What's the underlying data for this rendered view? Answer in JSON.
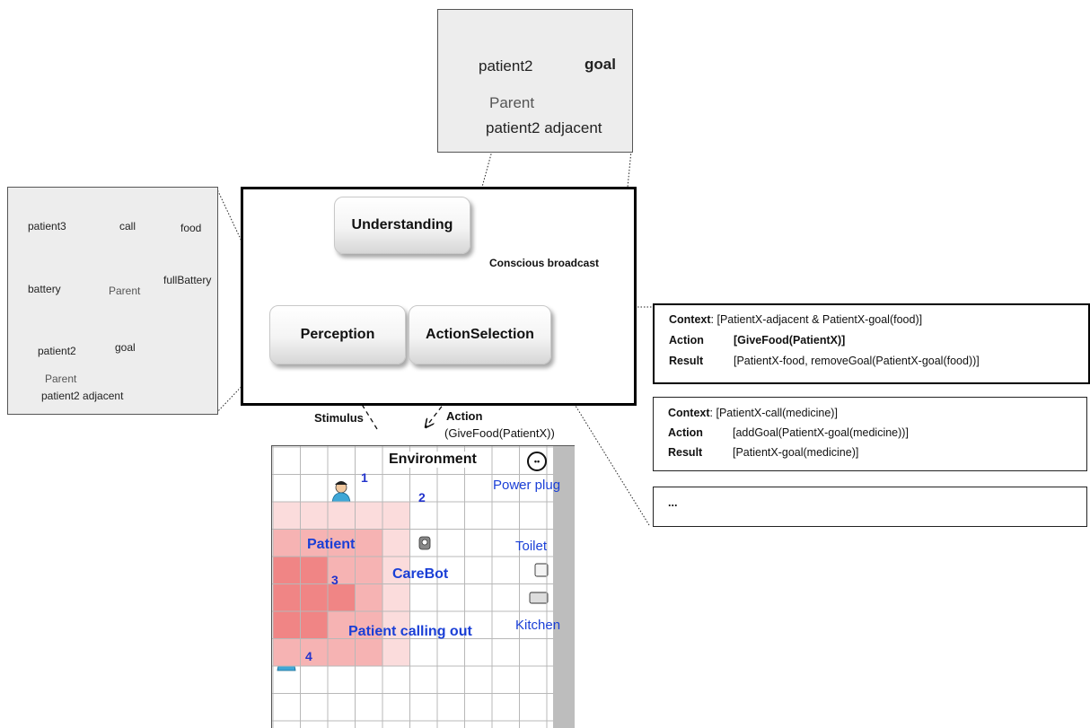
{
  "modules": {
    "understanding": "Understanding",
    "perception": "Perception",
    "action_selection": "ActionSelection"
  },
  "connectors": {
    "conscious_broadcast": "Conscious broadcast",
    "stimulus": "Stimulus",
    "action": "Action",
    "action_detail": "(GiveFood(PatientX))"
  },
  "top_panel": {
    "patient2": "patient2",
    "goal": "goal",
    "parent": "Parent",
    "patient2_adjacent": "patient2 adjacent"
  },
  "left_panel": {
    "patient3": "patient3",
    "call": "call",
    "food": "food",
    "battery": "battery",
    "parent_1": "Parent",
    "full_battery": "fullBattery",
    "patient2": "patient2",
    "goal": "goal",
    "parent_2": "Parent",
    "patient2_adjacent": "patient2 adjacent"
  },
  "rules": [
    {
      "context_key": "Context",
      "context_val": ": [PatientX-adjacent & PatientX-goal(food)]",
      "action_key": "Action",
      "action_val": "[GiveFood(PatientX)]",
      "result_key": "Result",
      "result_val": "[PatientX-food, removeGoal(PatientX-goal(food))]"
    },
    {
      "context_key": "Context",
      "context_val": ": [PatientX-call(medicine)]",
      "action_key": "Action",
      "action_val": "[addGoal(PatientX-goal(medicine))]",
      "result_key": "Result",
      "result_val": "[PatientX-goal(medicine)]"
    },
    {
      "ellipsis": "..."
    }
  ],
  "environment": {
    "title": "Environment",
    "power_plug": "Power plug",
    "toilet": "Toilet",
    "kitchen": "Kitchen",
    "patient": "Patient",
    "carebot": "CareBot",
    "patient_calling_out": "Patient calling out",
    "numbers": [
      "1",
      "2",
      "3",
      "4"
    ]
  },
  "colors": {
    "node_red": "#ff0000",
    "env_blue": "#1a3fd6",
    "heat_dark": "#f08585",
    "heat_mid": "#f6b3b3",
    "heat_light": "#fbdcdc"
  }
}
